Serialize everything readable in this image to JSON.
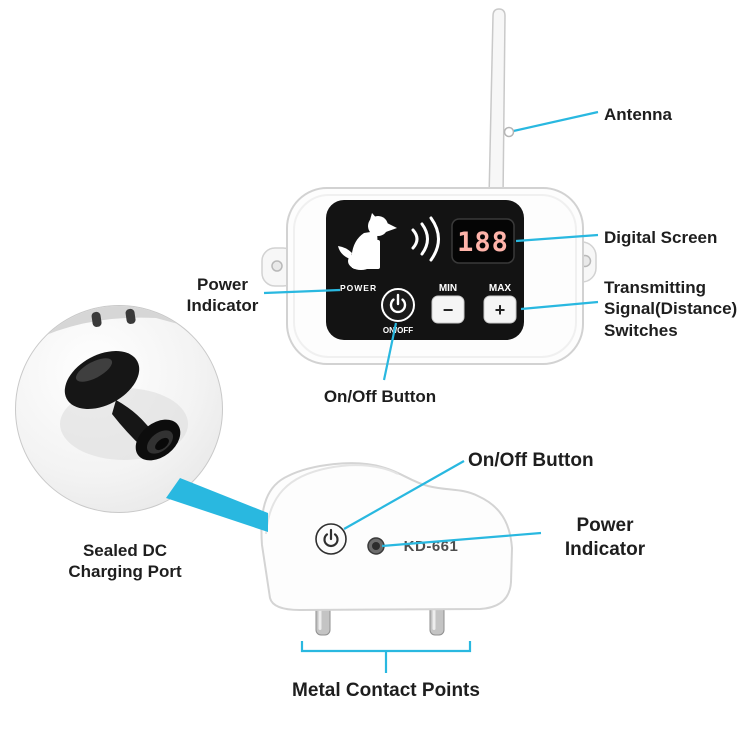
{
  "colors": {
    "accent": "#29b8e0",
    "panel": "#131313",
    "digit": "#ffb4aa"
  },
  "annotations": {
    "antenna": "Antenna",
    "digital_screen": "Digital Screen",
    "transmitting_line1": "Transmitting",
    "transmitting_line2": "Signal(Distance)",
    "transmitting_line3": "Switches",
    "power_indicator_tx_line1": "Power",
    "power_indicator_tx_line2": "Indicator",
    "on_off_transmitter": "On/Off Button",
    "sealed_dc_line1": "Sealed DC",
    "sealed_dc_line2": "Charging Port",
    "on_off_receiver": "On/Off Button",
    "power_indicator_rx_line1": "Power",
    "power_indicator_rx_line2": "Indicator",
    "metal_contact_points": "Metal Contact Points"
  },
  "transmitter": {
    "power_label": "POWER",
    "on_off_label": "ON/OFF",
    "min_label": "MIN",
    "max_label": "MAX",
    "minus_symbol": "−",
    "plus_symbol": "+",
    "screen_value": "188"
  },
  "receiver": {
    "model": "KD-661"
  }
}
